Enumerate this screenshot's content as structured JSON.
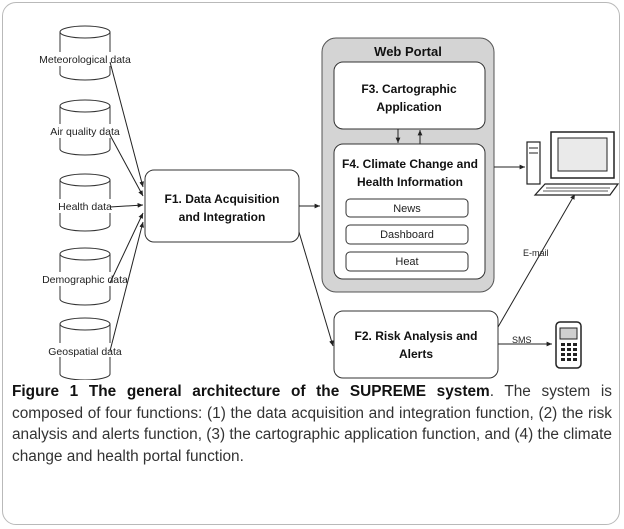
{
  "diagram": {
    "data_sources": [
      {
        "id": "meteorological",
        "label": "Meteorological data"
      },
      {
        "id": "air-quality",
        "label": "Air quality data"
      },
      {
        "id": "health",
        "label": "Health data"
      },
      {
        "id": "demographic",
        "label": "Demographic data"
      },
      {
        "id": "geospatial",
        "label": "Geospatial data"
      }
    ],
    "f1": {
      "line1": "F1. Data Acquisition",
      "line2": "and Integration"
    },
    "web_portal": {
      "title": "Web Portal",
      "f3": {
        "line1": "F3. Cartographic",
        "line2": "Application"
      },
      "f4": {
        "line1": "F4. Climate Change and",
        "line2": "Health Information"
      },
      "items": [
        "News",
        "Dashboard",
        "Heat"
      ]
    },
    "f2": {
      "line1": "F2. Risk Analysis and",
      "line2": "Alerts"
    },
    "email_label": "E-mail",
    "sms_label": "SMS"
  },
  "caption": {
    "title": "Figure 1 The general architecture of the SUPREME system",
    "text": ". The system is composed of four functions: (1) the data acquisition and integration function, (2) the risk analysis and alerts function, (3) the cartographic application function, and (4) the climate change and health portal function."
  }
}
